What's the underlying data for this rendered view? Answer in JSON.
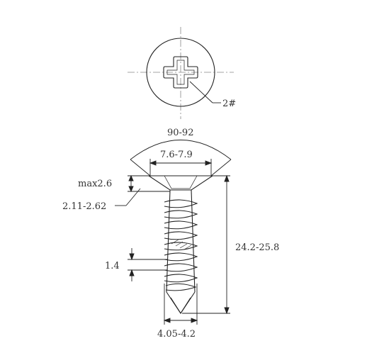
{
  "labels": {
    "drive_size": "2#",
    "head_angle": "90-92",
    "head_diameter": "7.6-7.9",
    "head_height_max": "max2.6",
    "head_height_range": "2.11-2.62",
    "overall_length": "24.2-25.8",
    "thread_pitch": "1.4",
    "thread_diameter": "4.05-4.2"
  },
  "colors": {
    "line": "#222222",
    "center_line": "#888888",
    "text": "#333333"
  }
}
